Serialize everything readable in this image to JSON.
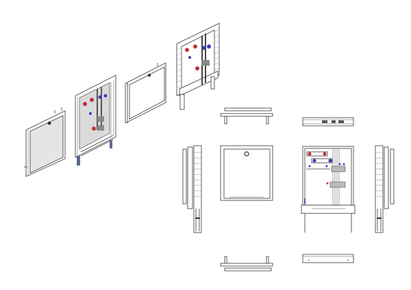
{
  "drawing": {
    "views": [
      "iso-door",
      "iso-cabinet-assembled",
      "iso-door-white",
      "iso-frame-manifold",
      "top-view-door",
      "top-view-cabinet",
      "side-view-left",
      "front-view-door",
      "front-view-cabinet-open",
      "side-view-right",
      "bottom-view-door",
      "bottom-view-cabinet"
    ],
    "colors": {
      "line": "#333333",
      "panel": "#e4e6e5",
      "hot_valve": "#c0303a",
      "cold_valve": "#3a3ac0",
      "background": "#ffffff"
    }
  }
}
